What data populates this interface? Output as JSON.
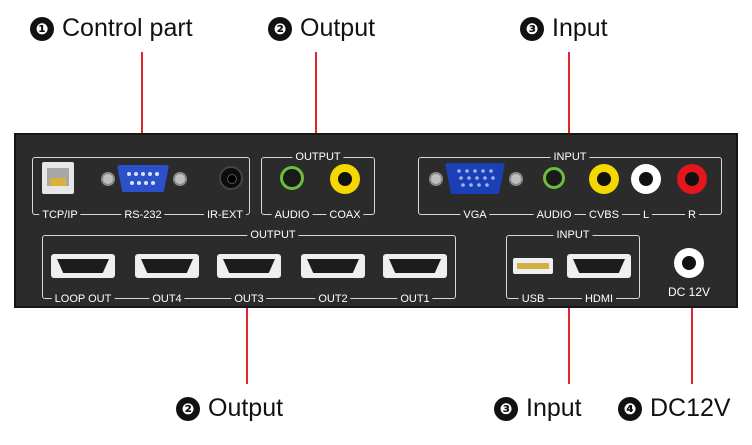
{
  "callouts": {
    "control": {
      "number": "❶",
      "label": "Control part"
    },
    "output_top": {
      "number": "❷",
      "label": "Output"
    },
    "input_top": {
      "number": "❸",
      "label": "Input"
    },
    "output_bottom": {
      "number": "❷",
      "label": "Output"
    },
    "input_bottom": {
      "number": "❸",
      "label": "Input"
    },
    "dc": {
      "number": "❹",
      "label": "DC12V"
    }
  },
  "control": {
    "tcpip": "TCP/IP",
    "rs232": "RS-232",
    "irext": "IR-EXT"
  },
  "output_audio": {
    "group": "OUTPUT",
    "audio": "AUDIO",
    "coax": "COAX"
  },
  "input_top": {
    "group": "INPUT",
    "vga": "VGA",
    "audio": "AUDIO",
    "cvbs": "CVBS",
    "l": "L",
    "r": "R"
  },
  "output_hdmi": {
    "group": "OUTPUT",
    "ports": [
      "LOOP OUT",
      "OUT4",
      "OUT3",
      "OUT2",
      "OUT1"
    ]
  },
  "input_bottom": {
    "group": "INPUT",
    "usb": "USB",
    "hdmi": "HDMI"
  },
  "dc": {
    "label": "DC 12V"
  },
  "colors": {
    "leader": "#e0262b",
    "panel": "#2b2b2b",
    "vga": "#1b3fb5",
    "rs232": "#2b50c8",
    "coax": "#f5d800",
    "cvbs": "#f5d800",
    "audio": "#6bbf3a",
    "l": "#ffffff",
    "r": "#e3161b"
  }
}
